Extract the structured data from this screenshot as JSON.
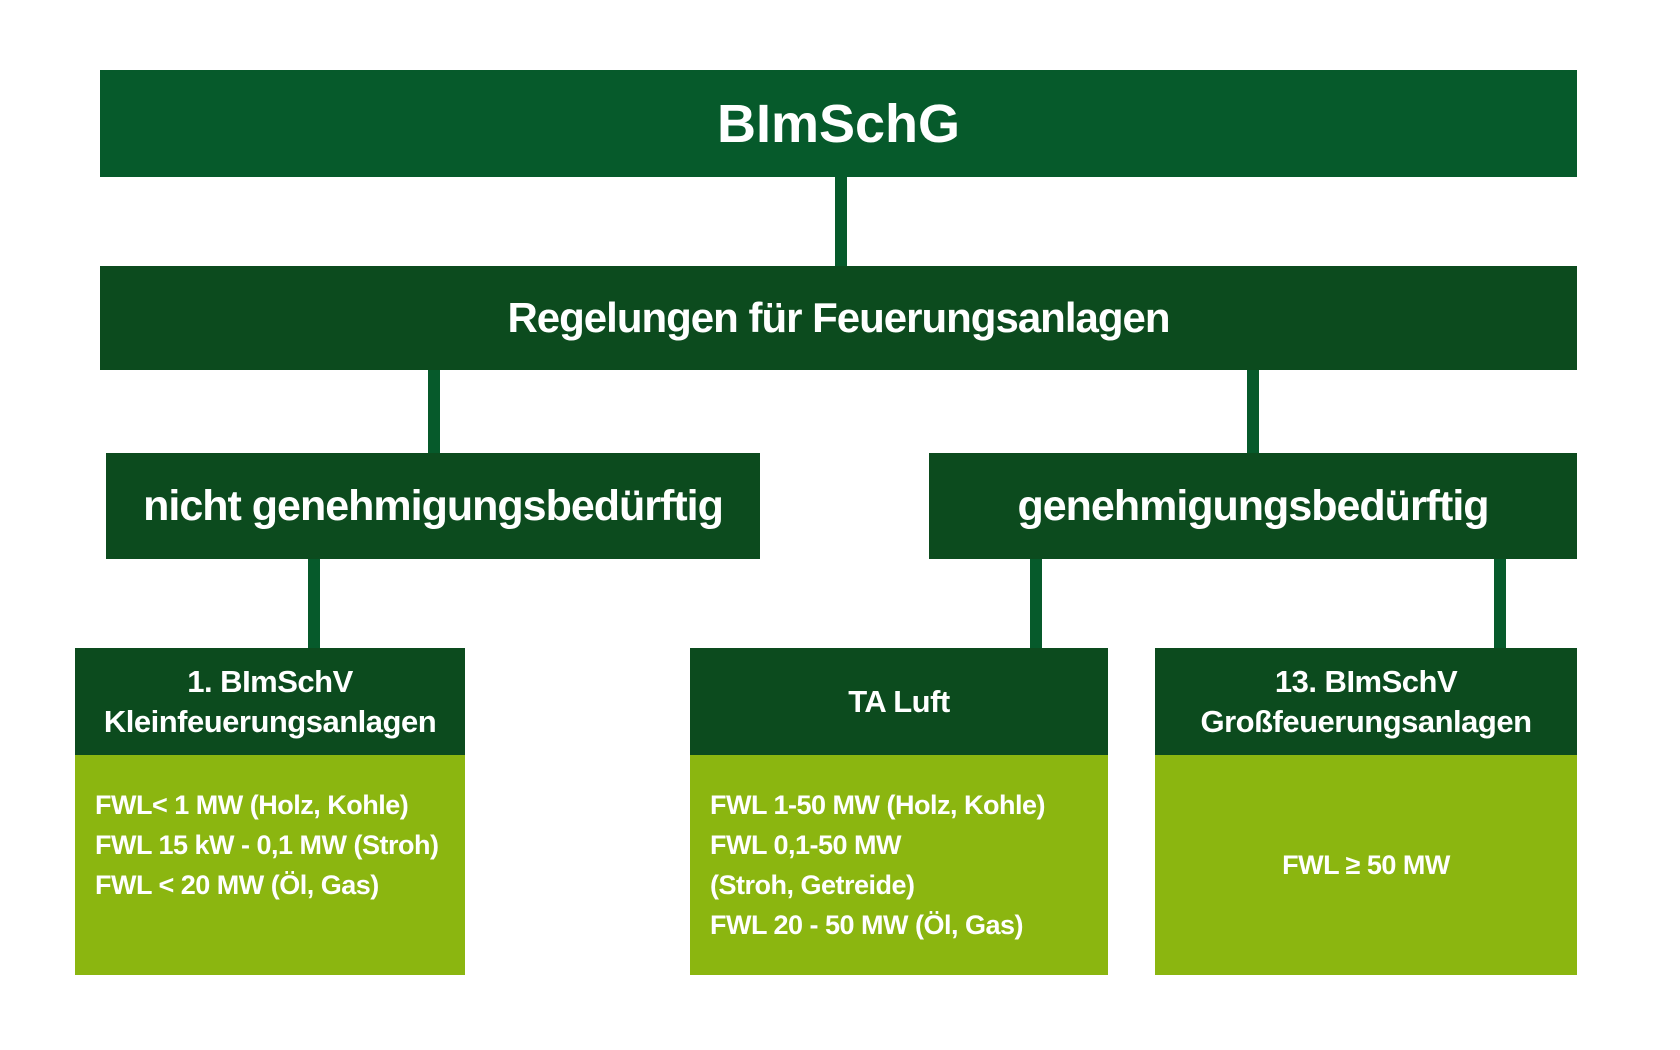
{
  "diagram": {
    "title": "BImSchG",
    "level2_label": "Regelungen für Feuerungsanlagen",
    "branch_left_label": "nicht genehmigungsbedürftig",
    "branch_right_label": "genehmigungsbedürftig",
    "leaves": [
      {
        "title_line1": "1. BImSchV",
        "title_line2": "Kleinfeuerungsanlagen",
        "items": [
          "FWL< 1 MW (Holz, Kohle)",
          "FWL 15 kW - 0,1 MW (Stroh)",
          "FWL < 20 MW (Öl, Gas)"
        ]
      },
      {
        "title_line1": "TA Luft",
        "items": [
          "FWL 1-50 MW (Holz, Kohle)",
          "FWL 0,1-50 MW",
          "(Stroh, Getreide)",
          "FWL 20 - 50 MW (Öl, Gas)"
        ]
      },
      {
        "title_line1": "13. BImSchV",
        "title_line2": "Großfeuerungsanlagen",
        "items": [
          "FWL ≥ 50 MW"
        ]
      }
    ]
  },
  "colors": {
    "root_and_connectors_green": "#065A2B",
    "dark_green_boxes": "#0C4B1E",
    "light_green_panels": "#8BB610",
    "text": "#FFFFFF",
    "background": "#FFFFFF"
  }
}
